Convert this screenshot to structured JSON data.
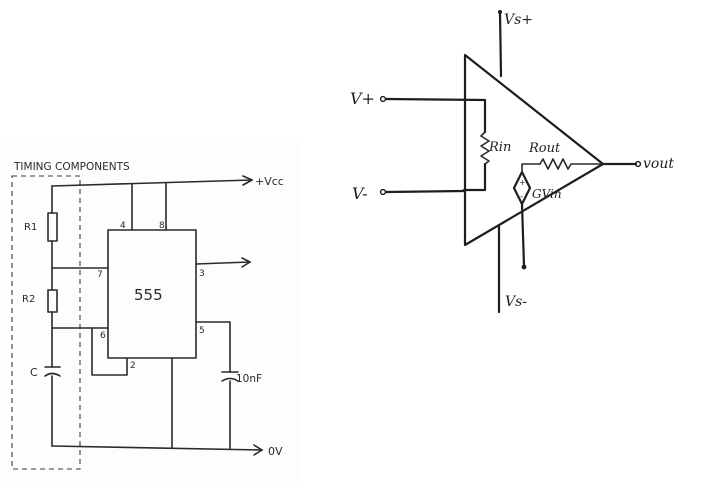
{
  "timer_circuit": {
    "section_label": "TIMING COMPONENTS",
    "chip_label": "555",
    "supply_label": "+Vcc",
    "ground_label": "0V",
    "r1_label": "R1",
    "r2_label": "R2",
    "c_label": "C",
    "cap_label": "10nF",
    "pins": {
      "p4": "4",
      "p8": "8",
      "p7": "7",
      "p3": "3",
      "p6": "6",
      "p5": "5",
      "p2": "2"
    }
  },
  "opamp_model": {
    "vplus_label": "V+",
    "vminus_label": "V-",
    "vs_plus_label": "Vs+",
    "vs_minus_label": "Vs-",
    "rin_label": "Rin",
    "rout_label": "Rout",
    "gain_label": "GVin",
    "vout_label": "vout",
    "plus_sign": "+",
    "minus_sign": "-"
  }
}
